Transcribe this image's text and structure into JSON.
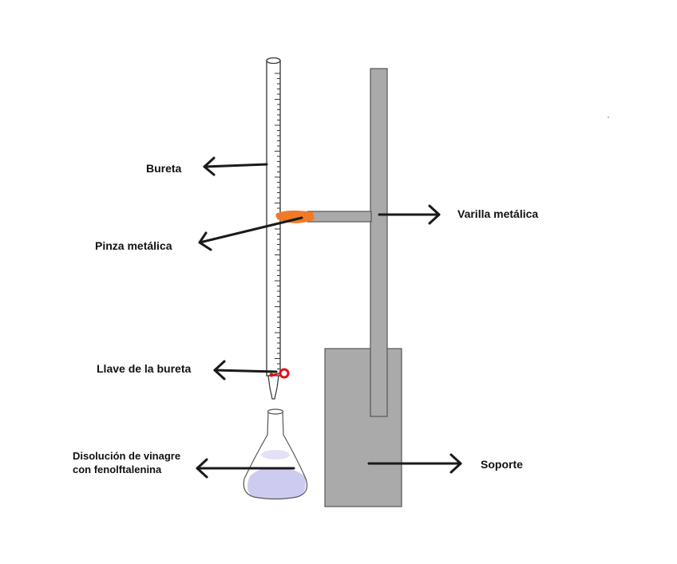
{
  "labels": {
    "bureta": "Bureta",
    "pinza": "Pinza metálica",
    "varilla": "Varilla metálica",
    "llave": "Llave de la bureta",
    "disolucion_line1": "Disolución de vinagre",
    "disolucion_line2": "con fenolftalenina",
    "soporte": "Soporte"
  },
  "colors": {
    "stand_gray": "#aaaaaa",
    "stand_outline": "#555555",
    "clamp_orange": "#f07a28",
    "stopcock_red": "#e0111a",
    "solution_lavender": "#c8c6ee",
    "arrow_black": "#1a1a1a"
  }
}
